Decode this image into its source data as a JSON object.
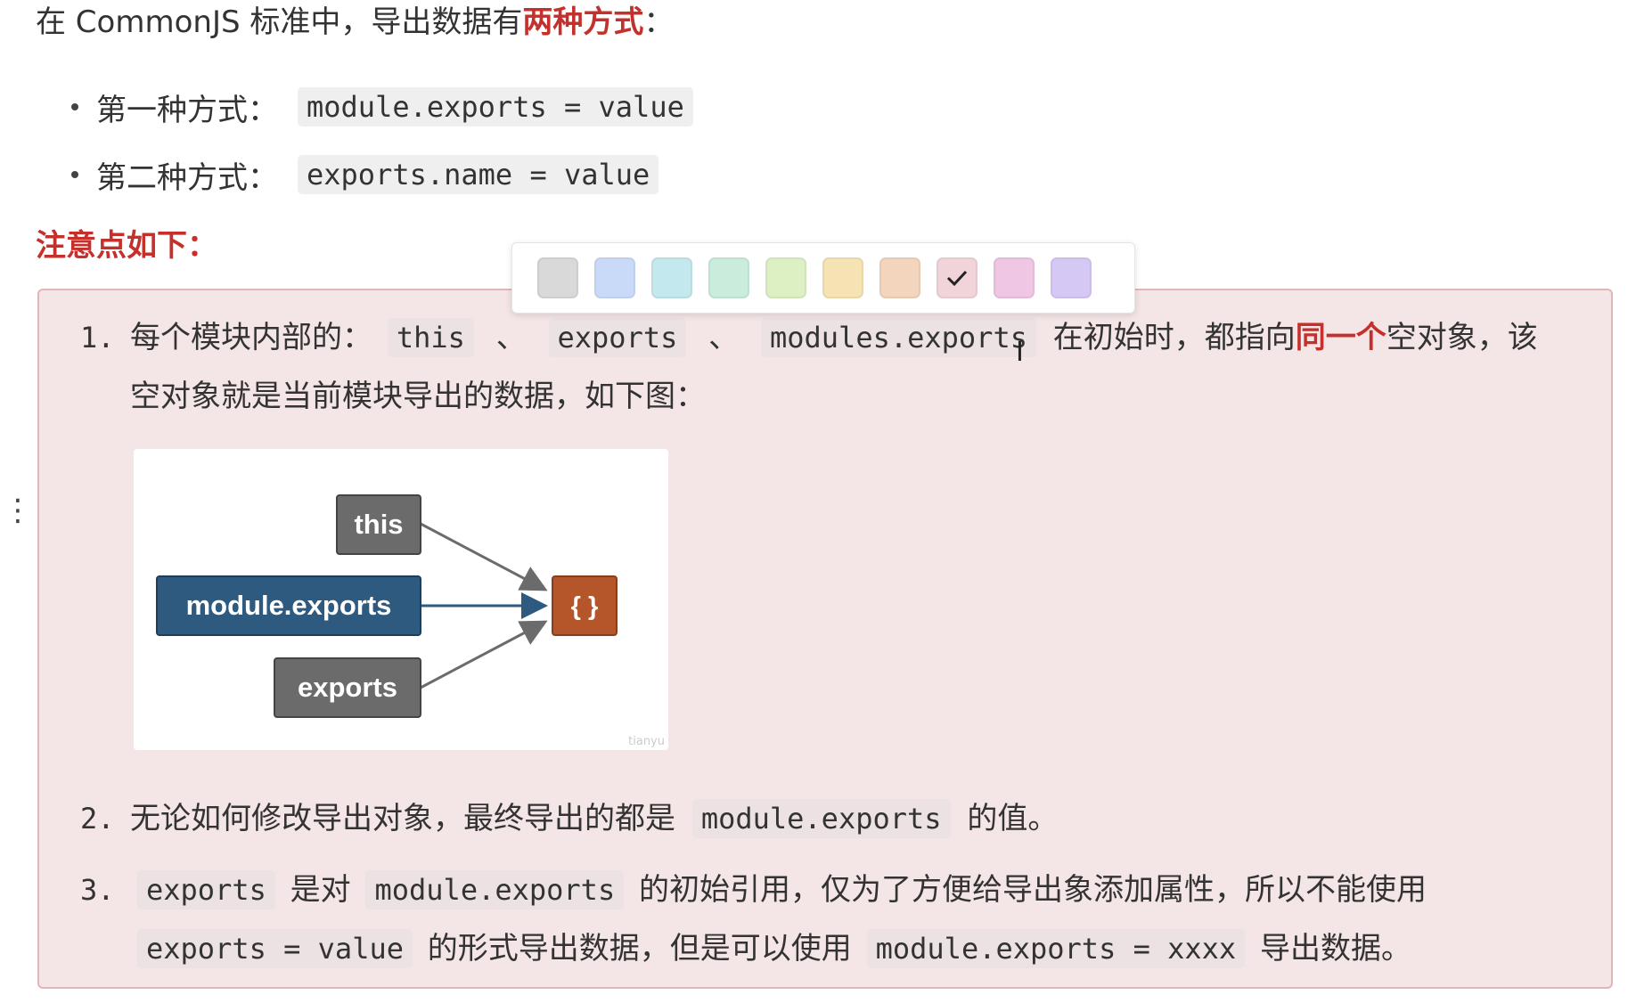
{
  "intro": {
    "prefix": "在 CommonJS 标准中，导出数据有",
    "highlight": "两种方式",
    "suffix": "："
  },
  "bullets": [
    {
      "label": "第一种方式：",
      "code": "module.exports = value"
    },
    {
      "label": "第二种方式：",
      "code": "exports.name = value"
    }
  ],
  "note_heading": "注意点如下：",
  "palette": {
    "colors": [
      "#d9d9d9",
      "#c9daf8",
      "#c3e9ee",
      "#c9ecdc",
      "#dcf0c3",
      "#f6e3b4",
      "#f3d4bd",
      "#f1d4da",
      "#efc6e3",
      "#d6c8f5"
    ],
    "selected_index": 7
  },
  "items": {
    "one": {
      "num": "1.",
      "t1": "每个模块内部的：",
      "c1": "this",
      "sep1": "、",
      "c2": "exports",
      "sep2": "、",
      "c3": "modules.exports",
      "t2": "在初始时，都指向",
      "highlight": "同一个",
      "t3": "空对象，该",
      "line2": "空对象就是当前模块导出的数据，如下图："
    },
    "two": {
      "num": "2.",
      "t1": "无论如何修改导出对象，最终导出的都是",
      "c1": "module.exports",
      "t2": "的值。"
    },
    "three": {
      "num": "3.",
      "c1": "exports",
      "t1": "是对",
      "c2": "module.exports",
      "t2": "的初始引用，仅为了方便给导出象添加属性，所以不能使用",
      "c3": "exports = value",
      "t3": "的形式导出数据，但是可以使用",
      "c4": "module.exports = xxxx",
      "t4": "导出数据。"
    }
  },
  "diagram": {
    "node_this": "this",
    "node_module_exports": "module.exports",
    "node_exports": "exports",
    "node_target": "{ }",
    "watermark": "tianyu",
    "colors": {
      "gray": "#6b6b6b",
      "blue": "#2f5a80",
      "orange": "#b5552a"
    }
  },
  "drag_handle": "⋮"
}
